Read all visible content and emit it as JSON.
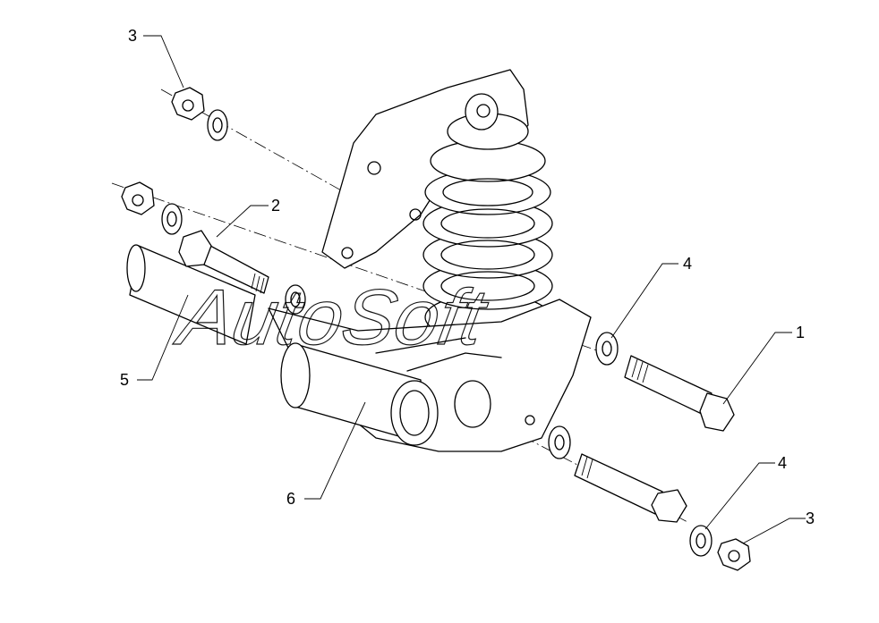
{
  "callouts": [
    {
      "id": "c3a",
      "label": "3"
    },
    {
      "id": "c2",
      "label": "2"
    },
    {
      "id": "c5",
      "label": "5"
    },
    {
      "id": "c6",
      "label": "6"
    },
    {
      "id": "c4a",
      "label": "4"
    },
    {
      "id": "c1",
      "label": "1"
    },
    {
      "id": "c4b",
      "label": "4"
    },
    {
      "id": "c3b",
      "label": "3"
    }
  ],
  "watermark": "AutoSoft"
}
